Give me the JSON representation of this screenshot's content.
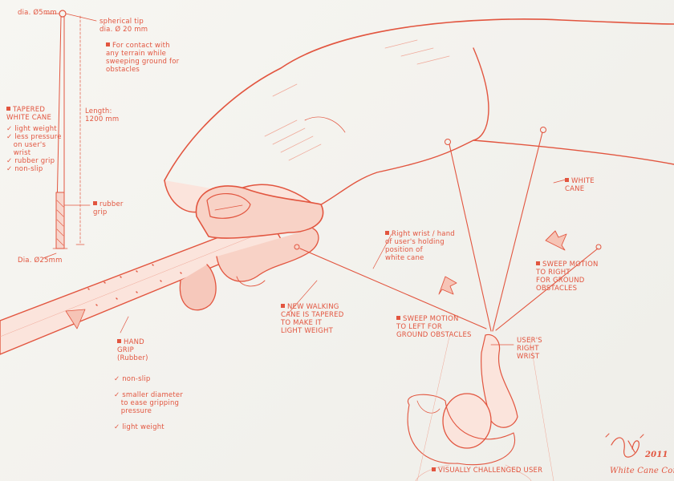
{
  "labels": {
    "dia_tip_top": "dia. Ø5mm",
    "spherical_tip": "spherical tip\ndia. Ø 20 mm",
    "terrain": "For contact with\nany terrain while\nsweeping ground for\nobstacles",
    "tapered_title": "TAPERED\nWHITE CANE",
    "tapered_features": "✓ light weight\n✓ less pressure\n   on user's\n   wrist\n✓ rubber grip\n✓ non-slip",
    "length": "Length:\n1200 mm",
    "rubber_grip": "rubber\ngrip",
    "dia_bottom": "Dia. Ø25mm",
    "hand_grip_title": "HAND\nGRIP\n(Rubber)",
    "hand_grip_features": "✓ non-slip\n\n✓ smaller diameter\n   to ease gripping\n   pressure\n\n✓ light weight",
    "new_cane": "NEW WALKING\nCANE IS TAPERED\nTO MAKE IT\nLIGHT WEIGHT",
    "right_wrist_hand": "Right wrist / hand\nof user's holding\nposition of\nwhite cane",
    "white_cane": "WHITE\nCANE",
    "sweep_right": "SWEEP MOTION\nTO RIGHT\nFOR GROUND\nOBSTACLES",
    "sweep_left": "SWEEP MOTION\nTO LEFT FOR\nGROUND OBSTACLES",
    "users_right_wrist": "USER'S\nRIGHT\nWRIST",
    "visually_challenged": "VISUALLY CHALLENGED USER",
    "concept": "White Cane Concept",
    "year": "2011"
  },
  "colors": {
    "pencil": "#e2553f",
    "shade": "#f0a898",
    "paper": "#f3f2ee"
  }
}
